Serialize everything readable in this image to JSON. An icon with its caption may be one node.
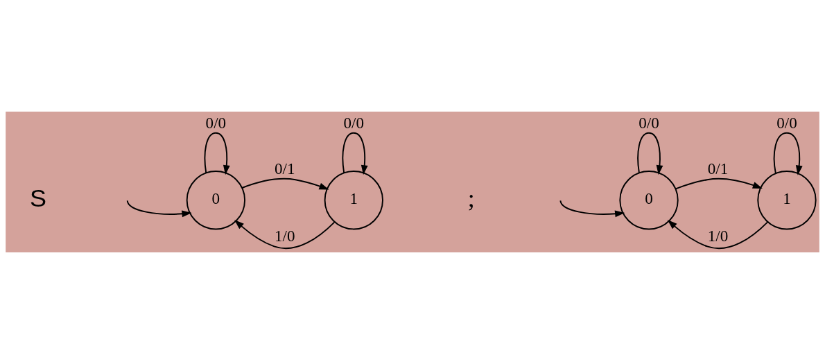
{
  "diagram": {
    "nodes": [
      {
        "text": [
          "0"
        ]
      },
      {
        "text": [
          "1"
        ]
      },
      {
        "text": [
          "0"
        ]
      },
      {
        "text": [
          "1"
        ]
      }
    ],
    "edges": [
      {
        "from": null,
        "to": 0,
        "arrow": "to"
      },
      {
        "from": 0,
        "to": 0,
        "label": "0/0",
        "arrow": "to"
      },
      {
        "from": 0,
        "to": 1,
        "label": "0/1",
        "arrow": "to"
      },
      {
        "from": 1,
        "to": 1,
        "label": "0/0",
        "arrow": "to"
      },
      {
        "from": 1,
        "to": 0,
        "label": "1/0",
        "arrow": "to"
      },
      {
        "from": null,
        "to": 2,
        "arrow": "to"
      },
      {
        "from": 2,
        "to": 2,
        "label": "0/0",
        "arrow": "to"
      },
      {
        "from": 2,
        "to": 3,
        "label": "0/1",
        "arrow": "to"
      },
      {
        "from": 3,
        "to": 3,
        "label": "0/0",
        "arrow": "to"
      },
      {
        "from": 3,
        "to": 2,
        "label": "1/0",
        "arrow": "to"
      }
    ],
    "labels": [
      "S",
      ";"
    ]
  }
}
